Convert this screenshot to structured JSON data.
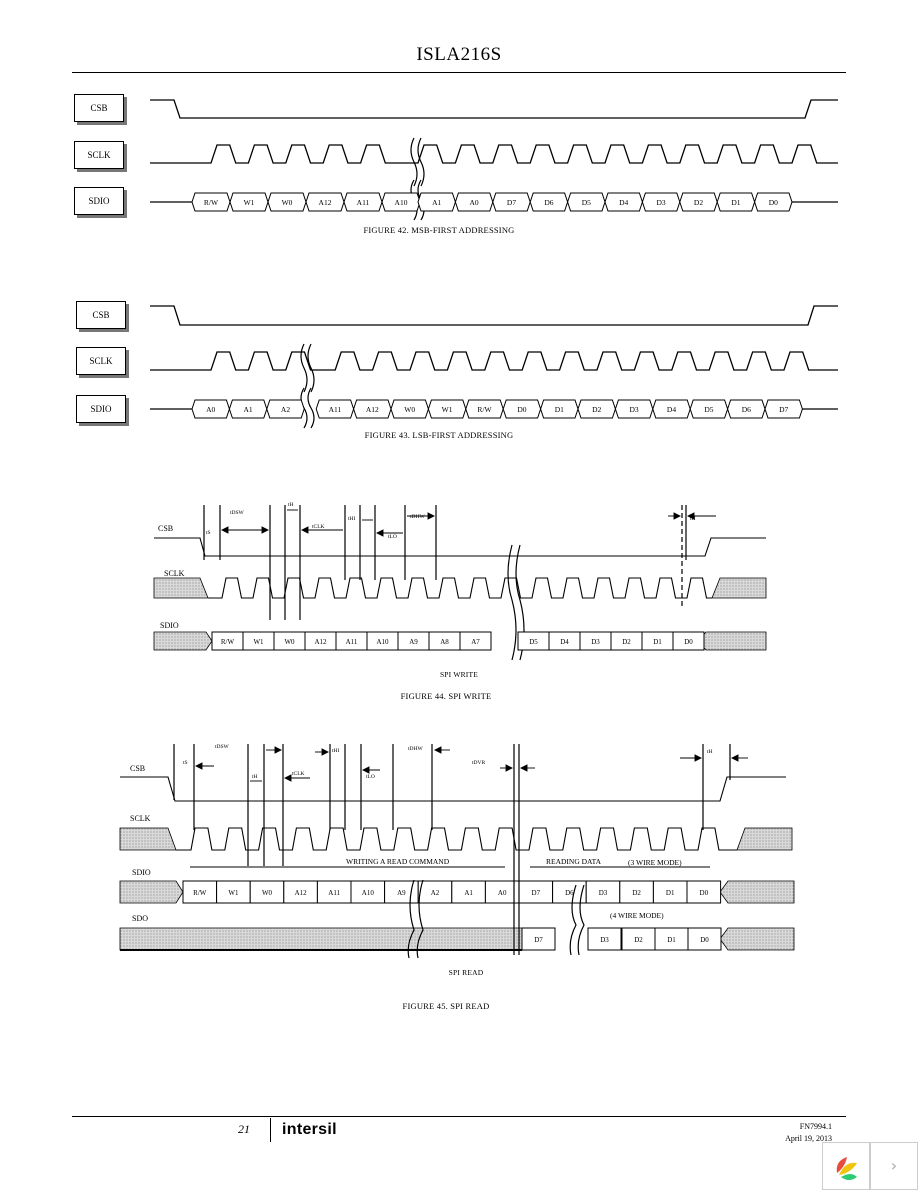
{
  "header": {
    "title": "ISLA216S"
  },
  "fig42": {
    "signals": [
      "CSB",
      "SCLK",
      "SDIO"
    ],
    "cells": [
      "R/W",
      "W1",
      "W0",
      "A12",
      "A11",
      "A10",
      "A1",
      "A0",
      "D7",
      "D6",
      "D5",
      "D4",
      "D3",
      "D2",
      "D1",
      "D0"
    ],
    "caption": "FIGURE 42. MSB-FIRST ADDRESSING"
  },
  "fig43": {
    "signals": [
      "CSB",
      "SCLK",
      "SDIO"
    ],
    "cells": [
      "A0",
      "A1",
      "A2",
      "A11",
      "A12",
      "W0",
      "W1",
      "R/W",
      "D0",
      "D1",
      "D2",
      "D3",
      "D4",
      "D5",
      "D6",
      "D7"
    ],
    "caption": "FIGURE 43. LSB-FIRST ADDRESSING"
  },
  "fig44": {
    "signals": [
      "CSB",
      "SCLK",
      "SDIO"
    ],
    "cells": [
      "R/W",
      "W1",
      "W0",
      "A12",
      "A11",
      "A10",
      "A9",
      "A8",
      "A7",
      "D5",
      "D4",
      "D3",
      "D2",
      "D1",
      "D0"
    ],
    "timing": [
      "tS",
      "tDSW",
      "tH",
      "tCLK",
      "tHI",
      "tLO",
      "tDHW",
      "tH"
    ],
    "subcaption": "SPI WRITE",
    "caption": "FIGURE 44. SPI WRITE"
  },
  "fig45": {
    "signals": [
      "CSB",
      "SCLK",
      "SDIO",
      "SDO"
    ],
    "sdio_cells": [
      "R/W",
      "W1",
      "W0",
      "A12",
      "A11",
      "A10",
      "A9",
      "A2",
      "A1",
      "A0",
      "D7",
      "D6",
      "D3",
      "D2",
      "D1",
      "D0"
    ],
    "sdo_cells": [
      "D7",
      "D3",
      "D2",
      "D1",
      "D0"
    ],
    "timing": [
      "tS",
      "tDSW",
      "tH",
      "tCLK",
      "tHI",
      "tLO",
      "tDHW",
      "tDVR",
      "tH"
    ],
    "label_writing": "WRITING A READ COMMAND",
    "label_reading": "READING DATA",
    "label_3wire": "(3 WIRE MODE)",
    "label_4wire": "(4 WIRE MODE)",
    "subcaption": "SPI READ",
    "caption": "FIGURE 45. SPI READ"
  },
  "footer": {
    "page": "21",
    "logo": "intersil",
    "doc": "FN7994.1",
    "date": "April 19, 2013"
  }
}
